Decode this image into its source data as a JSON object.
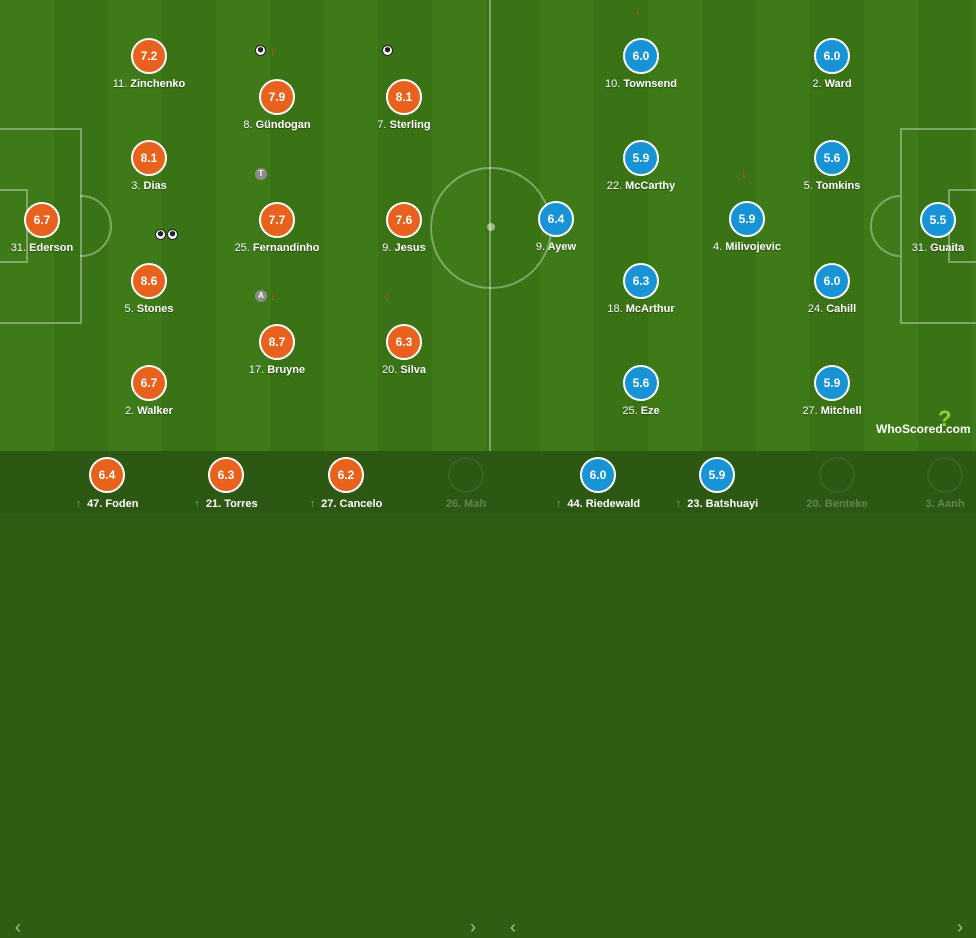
{
  "home": {
    "color": "#e8611d",
    "players": [
      {
        "num": "31.",
        "name": "Ederson",
        "rating": "6.7"
      },
      {
        "num": "11.",
        "name": "Zinchenko",
        "rating": "7.2"
      },
      {
        "num": "3.",
        "name": "Dias",
        "rating": "8.1"
      },
      {
        "num": "5.",
        "name": "Stones",
        "rating": "8.6"
      },
      {
        "num": "2.",
        "name": "Walker",
        "rating": "6.7"
      },
      {
        "num": "8.",
        "name": "Gündogan",
        "rating": "7.9"
      },
      {
        "num": "25.",
        "name": "Fernandinho",
        "rating": "7.7"
      },
      {
        "num": "17.",
        "name": "Bruyne",
        "rating": "8.7"
      },
      {
        "num": "7.",
        "name": "Sterling",
        "rating": "8.1"
      },
      {
        "num": "9.",
        "name": "Jesus",
        "rating": "7.6"
      },
      {
        "num": "20.",
        "name": "Silva",
        "rating": "6.3"
      }
    ],
    "bench": [
      {
        "num": "47.",
        "name": "Foden",
        "rating": "6.4"
      },
      {
        "num": "21.",
        "name": "Torres",
        "rating": "6.3"
      },
      {
        "num": "27.",
        "name": "Cancelo",
        "rating": "6.2"
      },
      {
        "num": "26.",
        "name": "Mah"
      }
    ]
  },
  "away": {
    "color": "#1793d6",
    "players": [
      {
        "num": "31.",
        "name": "Guaita",
        "rating": "5.5"
      },
      {
        "num": "2.",
        "name": "Ward",
        "rating": "6.0"
      },
      {
        "num": "5.",
        "name": "Tomkins",
        "rating": "5.6"
      },
      {
        "num": "24.",
        "name": "Cahill",
        "rating": "6.0"
      },
      {
        "num": "27.",
        "name": "Mitchell",
        "rating": "5.9"
      },
      {
        "num": "10.",
        "name": "Townsend",
        "rating": "6.0"
      },
      {
        "num": "22.",
        "name": "McCarthy",
        "rating": "5.9"
      },
      {
        "num": "4.",
        "name": "Milivojevic",
        "rating": "5.9"
      },
      {
        "num": "18.",
        "name": "McArthur",
        "rating": "6.3"
      },
      {
        "num": "25.",
        "name": "Eze",
        "rating": "5.6"
      },
      {
        "num": "9.",
        "name": "Ayew",
        "rating": "6.4"
      }
    ],
    "bench": [
      {
        "num": "44.",
        "name": "Riedewald",
        "rating": "6.0"
      },
      {
        "num": "23.",
        "name": "Batshuayi",
        "rating": "5.9"
      },
      {
        "num": "20.",
        "name": "Benteke"
      },
      {
        "num": "3.",
        "name": "Aanh"
      }
    ]
  },
  "badges": {
    "captain": "A",
    "tactic": "T"
  },
  "nav": {
    "prev": "‹",
    "next": "›"
  },
  "brand": {
    "text": "WhoScored",
    "suffix": ".com"
  }
}
